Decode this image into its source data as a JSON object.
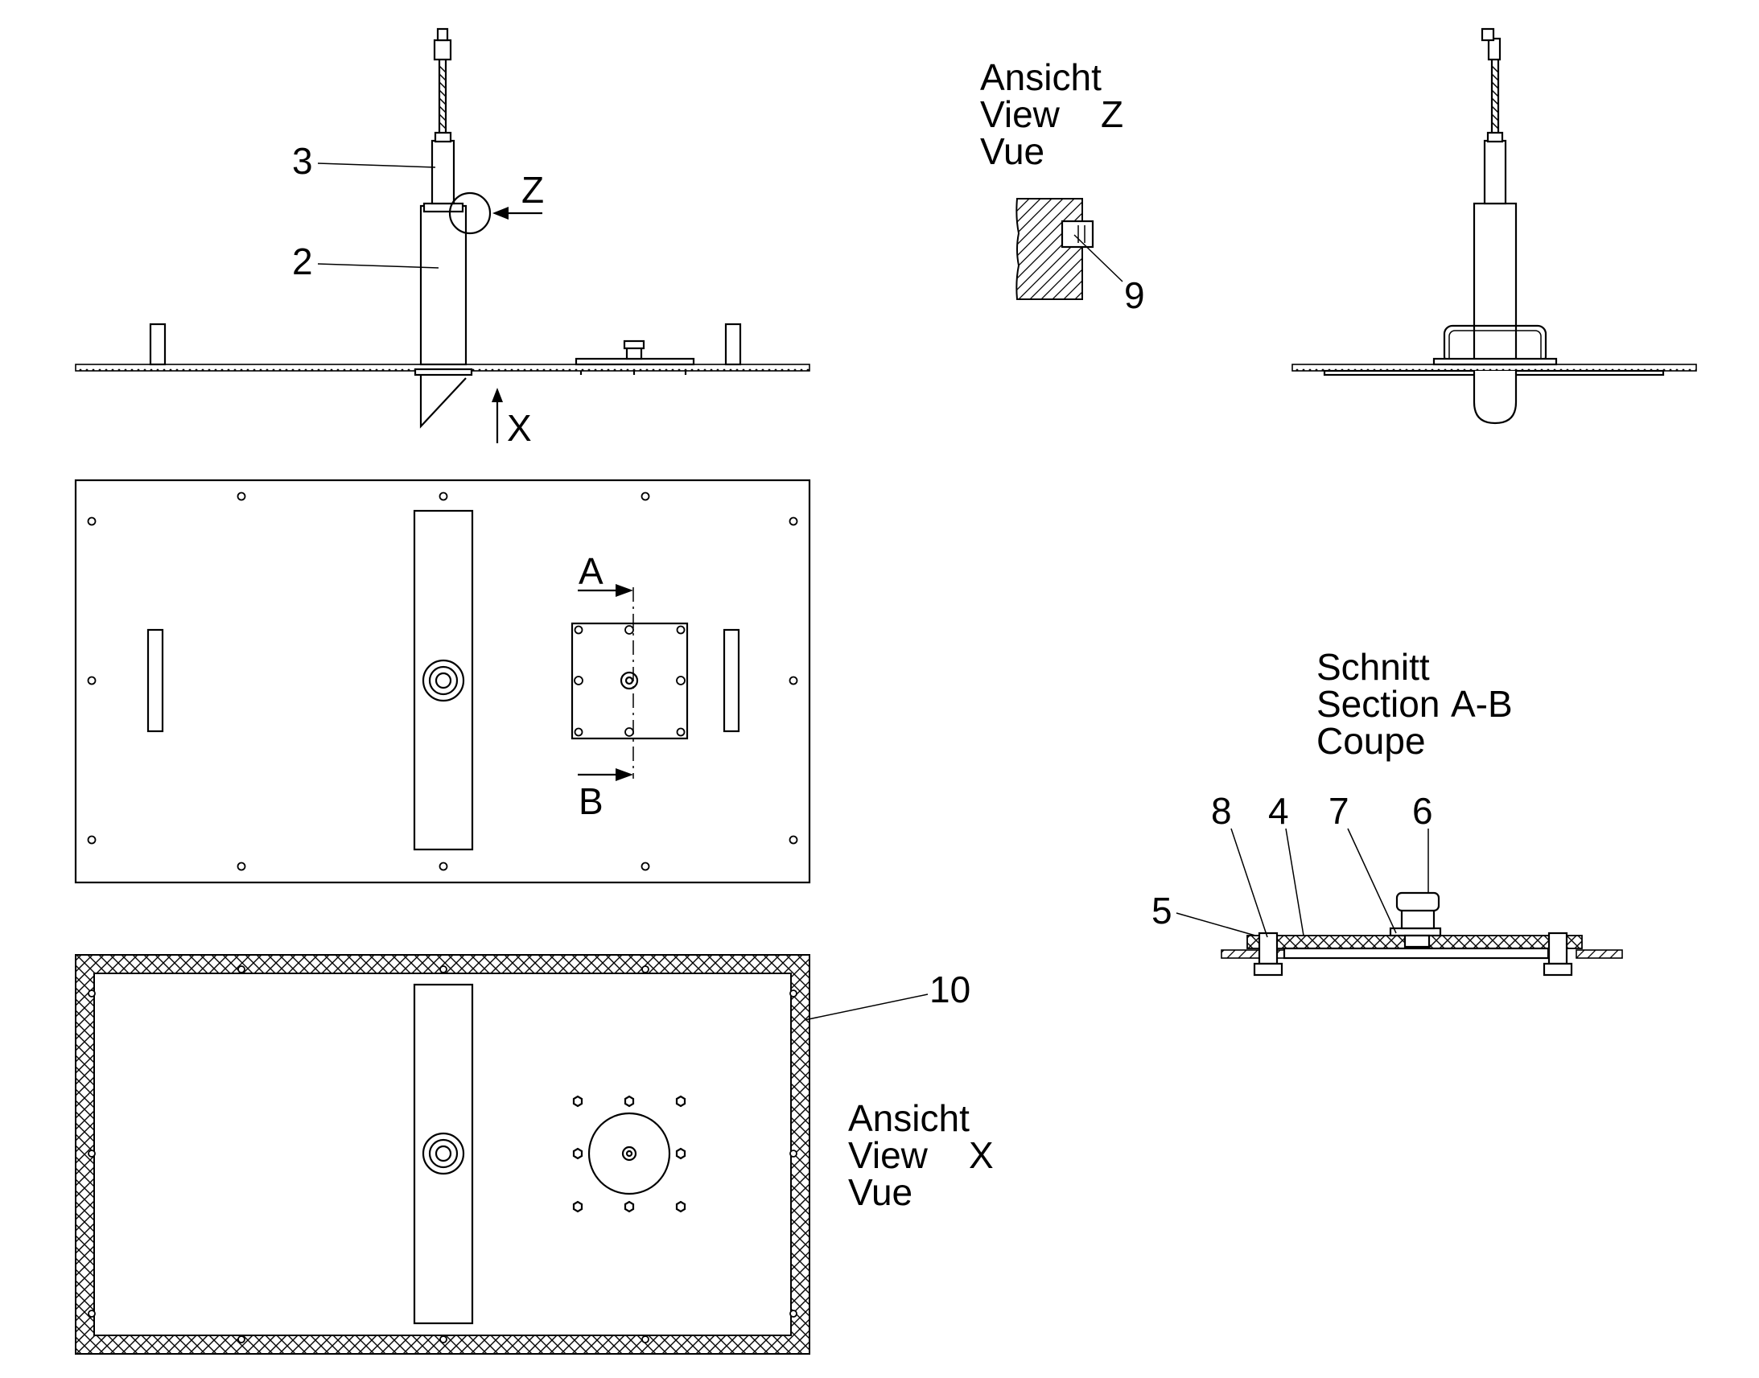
{
  "views": {
    "view_z": {
      "line1": "Ansicht",
      "line2": "View",
      "letter": "Z",
      "line3": "Vue"
    },
    "view_x": {
      "line1": "Ansicht",
      "line2": "View",
      "letter": "X",
      "line3": "Vue"
    },
    "section": {
      "line1": "Schnitt",
      "line2": "Section",
      "letter": "A-B",
      "line3": "Coupe"
    }
  },
  "markers": {
    "z": "Z",
    "x": "X",
    "a": "A",
    "b": "B"
  },
  "callouts": {
    "c2": "2",
    "c3": "3",
    "c4": "4",
    "c5": "5",
    "c6": "6",
    "c7": "7",
    "c8": "8",
    "c9": "9",
    "c10": "10"
  }
}
